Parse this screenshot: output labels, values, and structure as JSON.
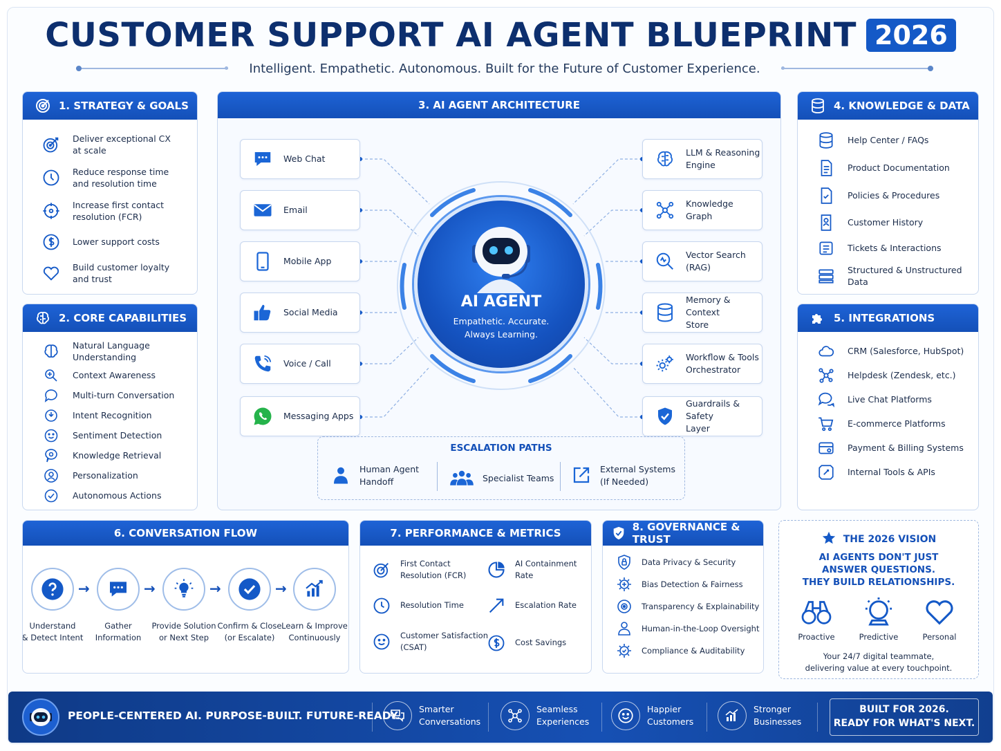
{
  "header": {
    "title": "CUSTOMER SUPPORT AI AGENT BLUEPRINT",
    "year": "2026",
    "subtitle": "Intelligent. Empathetic. Autonomous. Built for the Future of Customer Experience."
  },
  "strategy": {
    "title": "1. STRATEGY & GOALS",
    "items": [
      {
        "icon": "target-icon",
        "label": "Deliver exceptional CX\nat scale"
      },
      {
        "icon": "clock-icon",
        "label": "Reduce response time\nand resolution time"
      },
      {
        "icon": "crosshair-icon",
        "label": "Increase first contact\nresolution (FCR)"
      },
      {
        "icon": "dollar-icon",
        "label": "Lower support costs"
      },
      {
        "icon": "heart-icon",
        "label": "Build customer loyalty\nand trust"
      }
    ]
  },
  "capabilities": {
    "title": "2. CORE CAPABILITIES",
    "items": [
      {
        "icon": "brain-icon",
        "label": "Natural Language\nUnderstanding"
      },
      {
        "icon": "context-icon",
        "label": "Context Awareness"
      },
      {
        "icon": "chat-bubble-icon",
        "label": "Multi-turn Conversation"
      },
      {
        "icon": "intent-icon",
        "label": "Intent Recognition"
      },
      {
        "icon": "smile-icon",
        "label": "Sentiment Detection"
      },
      {
        "icon": "search-bubble-icon",
        "label": "Knowledge Retrieval"
      },
      {
        "icon": "person-icon",
        "label": "Personalization"
      },
      {
        "icon": "autonomous-icon",
        "label": "Autonomous Actions"
      }
    ]
  },
  "architecture": {
    "title": "3. AI AGENT ARCHITECTURE",
    "agent_title": "AI AGENT",
    "agent_tagline": "Empathetic. Accurate.\nAlways Learning.",
    "channels": [
      {
        "icon": "web-chat-icon",
        "label": "Web Chat"
      },
      {
        "icon": "email-icon",
        "label": "Email"
      },
      {
        "icon": "mobile-icon",
        "label": "Mobile App"
      },
      {
        "icon": "thumbs-up-icon",
        "label": "Social Media"
      },
      {
        "icon": "phone-icon",
        "label": "Voice / Call"
      },
      {
        "icon": "whatsapp-icon",
        "label": "Messaging Apps"
      }
    ],
    "components": [
      {
        "icon": "llm-brain-icon",
        "label": "LLM & Reasoning\nEngine"
      },
      {
        "icon": "graph-icon",
        "label": "Knowledge\nGraph"
      },
      {
        "icon": "vector-search-icon",
        "label": "Vector Search\n(RAG)"
      },
      {
        "icon": "database-icon",
        "label": "Memory & Context\nStore"
      },
      {
        "icon": "gears-icon",
        "label": "Workflow & Tools\nOrchestrator"
      },
      {
        "icon": "shield-check-icon",
        "label": "Guardrails & Safety\nLayer"
      }
    ],
    "escalation": {
      "title": "ESCALATION PATHS",
      "items": [
        {
          "icon": "human-agent-icon",
          "label": "Human Agent\nHandoff"
        },
        {
          "icon": "team-icon",
          "label": "Specialist Teams"
        },
        {
          "icon": "external-link-icon",
          "label": "External Systems\n(If Needed)"
        }
      ]
    }
  },
  "knowledge": {
    "title": "4. KNOWLEDGE & DATA",
    "items": [
      {
        "icon": "database-icon",
        "label": "Help Center / FAQs"
      },
      {
        "icon": "document-icon",
        "label": "Product Documentation"
      },
      {
        "icon": "policy-icon",
        "label": "Policies & Procedures"
      },
      {
        "icon": "customer-icon",
        "label": "Customer History"
      },
      {
        "icon": "ticket-icon",
        "label": "Tickets & Interactions"
      },
      {
        "icon": "data-stack-icon",
        "label": "Structured & Unstructured\nData"
      }
    ]
  },
  "integrations": {
    "title": "5. INTEGRATIONS",
    "items": [
      {
        "icon": "cloud-icon",
        "label": "CRM (Salesforce, HubSpot)"
      },
      {
        "icon": "helpdesk-icon",
        "label": "Helpdesk (Zendesk, etc.)"
      },
      {
        "icon": "live-chat-icon",
        "label": "Live Chat Platforms"
      },
      {
        "icon": "cart-icon",
        "label": "E-commerce Platforms"
      },
      {
        "icon": "payment-icon",
        "label": "Payment & Billing Systems"
      },
      {
        "icon": "tools-icon",
        "label": "Internal Tools & APIs"
      }
    ]
  },
  "flow": {
    "title": "6. CONVERSATION FLOW",
    "steps": [
      {
        "icon": "question-icon",
        "label": "Understand\n& Detect Intent"
      },
      {
        "icon": "message-icon",
        "label": "Gather\nInformation"
      },
      {
        "icon": "bulb-icon",
        "label": "Provide Solution\nor Next Step"
      },
      {
        "icon": "check-icon",
        "label": "Confirm & Close\n(or Escalate)"
      },
      {
        "icon": "chart-icon",
        "label": "Learn & Improve\nContinuously"
      }
    ]
  },
  "metrics": {
    "title": "7. PERFORMANCE & METRICS",
    "items": [
      {
        "icon": "target-icon",
        "label": "First Contact\nResolution (FCR)"
      },
      {
        "icon": "pie-icon",
        "label": "AI Containment\nRate"
      },
      {
        "icon": "clock-icon",
        "label": "Resolution Time"
      },
      {
        "icon": "trend-arrow-icon",
        "label": "Escalation Rate"
      },
      {
        "icon": "smile-icon",
        "label": "Customer Satisfaction\n(CSAT)"
      },
      {
        "icon": "dollar-icon",
        "label": "Cost Savings"
      }
    ]
  },
  "governance": {
    "title": "8. GOVERNANCE & TRUST",
    "items": [
      {
        "icon": "shield-lock-icon",
        "label": "Data Privacy & Security"
      },
      {
        "icon": "gear-scale-icon",
        "label": "Bias Detection & Fairness"
      },
      {
        "icon": "eye-icon",
        "label": "Transparency & Explainability"
      },
      {
        "icon": "human-loop-icon",
        "label": "Human-in-the-Loop Oversight"
      },
      {
        "icon": "compliance-icon",
        "label": "Compliance & Auditability"
      }
    ]
  },
  "vision": {
    "title": "THE 2026 VISION",
    "text": "AI AGENTS DON'T JUST\nANSWER QUESTIONS.\nTHEY BUILD RELATIONSHIPS.",
    "icons": [
      {
        "icon": "binoculars-icon",
        "label": "Proactive"
      },
      {
        "icon": "crystal-ball-icon",
        "label": "Predictive"
      },
      {
        "icon": "heart-icon",
        "label": "Personal"
      }
    ],
    "footer": "Your 24/7 digital teammate,\ndelivering value at every touchpoint."
  },
  "footer": {
    "tagline": "PEOPLE-CENTERED AI. PURPOSE-BUILT. FUTURE-READY.",
    "items": [
      {
        "icon": "conversation-icon",
        "label": "Smarter\nConversations"
      },
      {
        "icon": "network-icon",
        "label": "Seamless\nExperiences"
      },
      {
        "icon": "happy-icon",
        "label": "Happier\nCustomers"
      },
      {
        "icon": "growth-icon",
        "label": "Stronger\nBusinesses"
      }
    ],
    "cta": "BUILT FOR 2026.\nREADY FOR WHAT'S NEXT."
  },
  "colors": {
    "primary": "#1459c7",
    "navy": "#0d2f6e",
    "accent_green": "#25b34b"
  }
}
